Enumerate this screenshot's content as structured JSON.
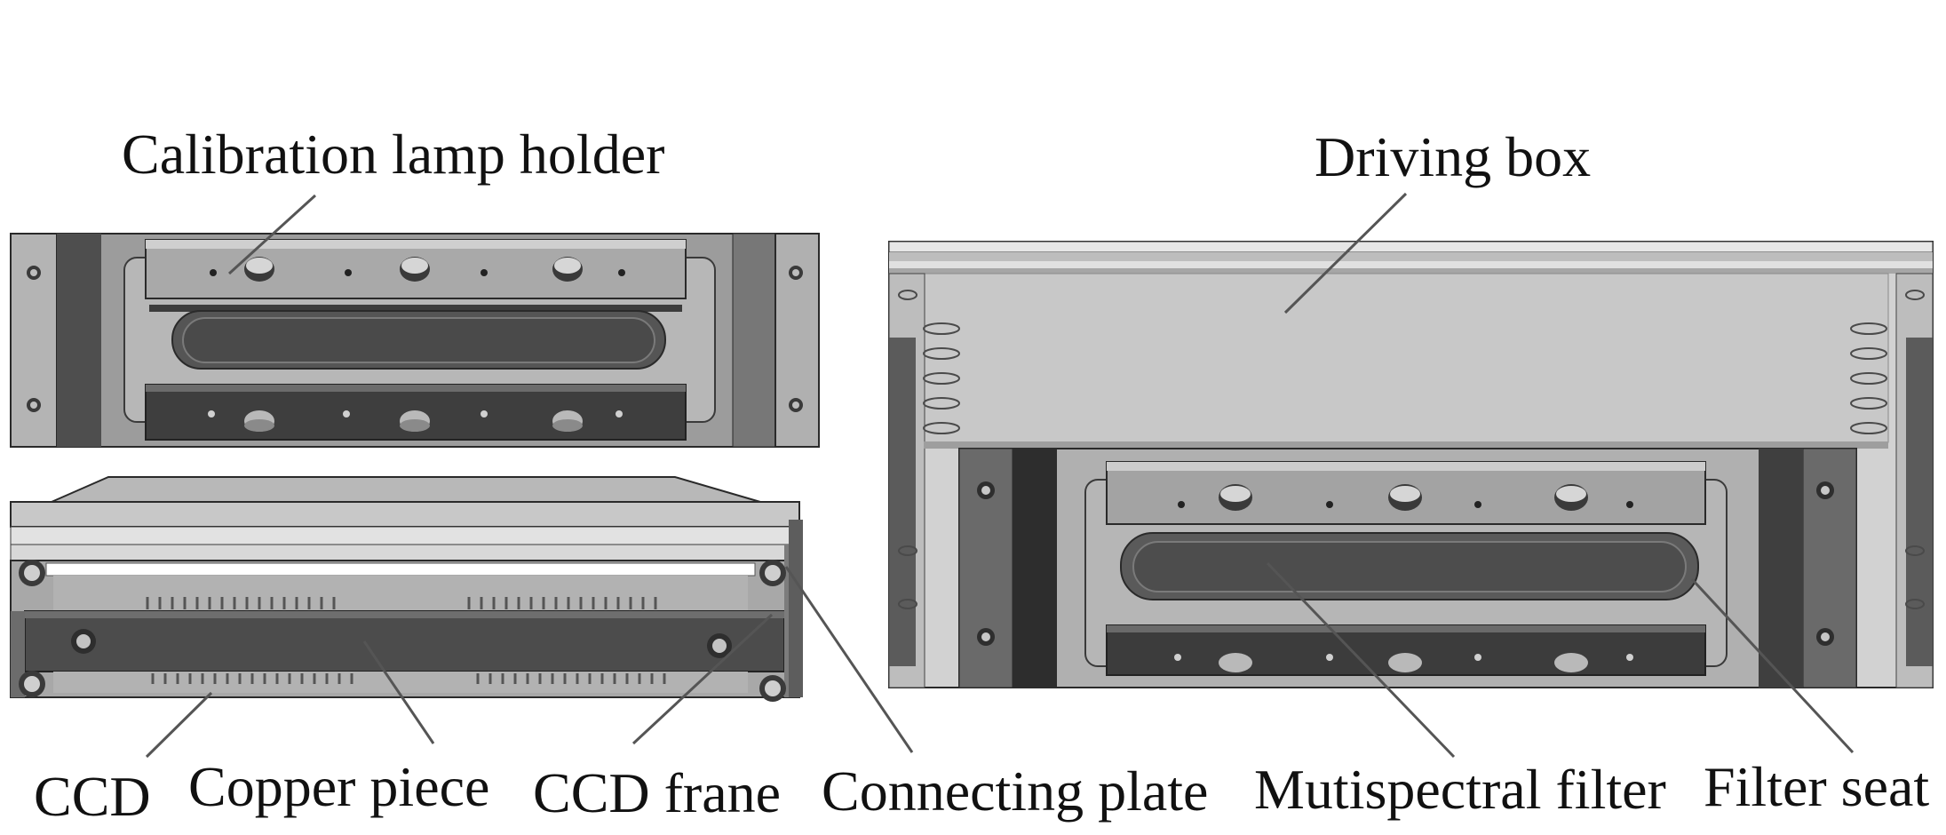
{
  "labels": {
    "calibration_lamp_holder": "Calibration lamp holder",
    "driving_box": "Driving box",
    "ccd": "CCD",
    "copper_piece": "Copper piece",
    "ccd_frame": "CCD frane",
    "connecting_plate": "Connecting plate",
    "multispectral_filter": "Mutispectral filter",
    "filter_seat": "Filter seat"
  },
  "colors": {
    "background": "#ffffff",
    "text": "#111111",
    "metal_light": "#c8c8c8",
    "metal_mid": "#9a9a9a",
    "metal_dark": "#4a4a4a",
    "leader_line": "#555555"
  }
}
